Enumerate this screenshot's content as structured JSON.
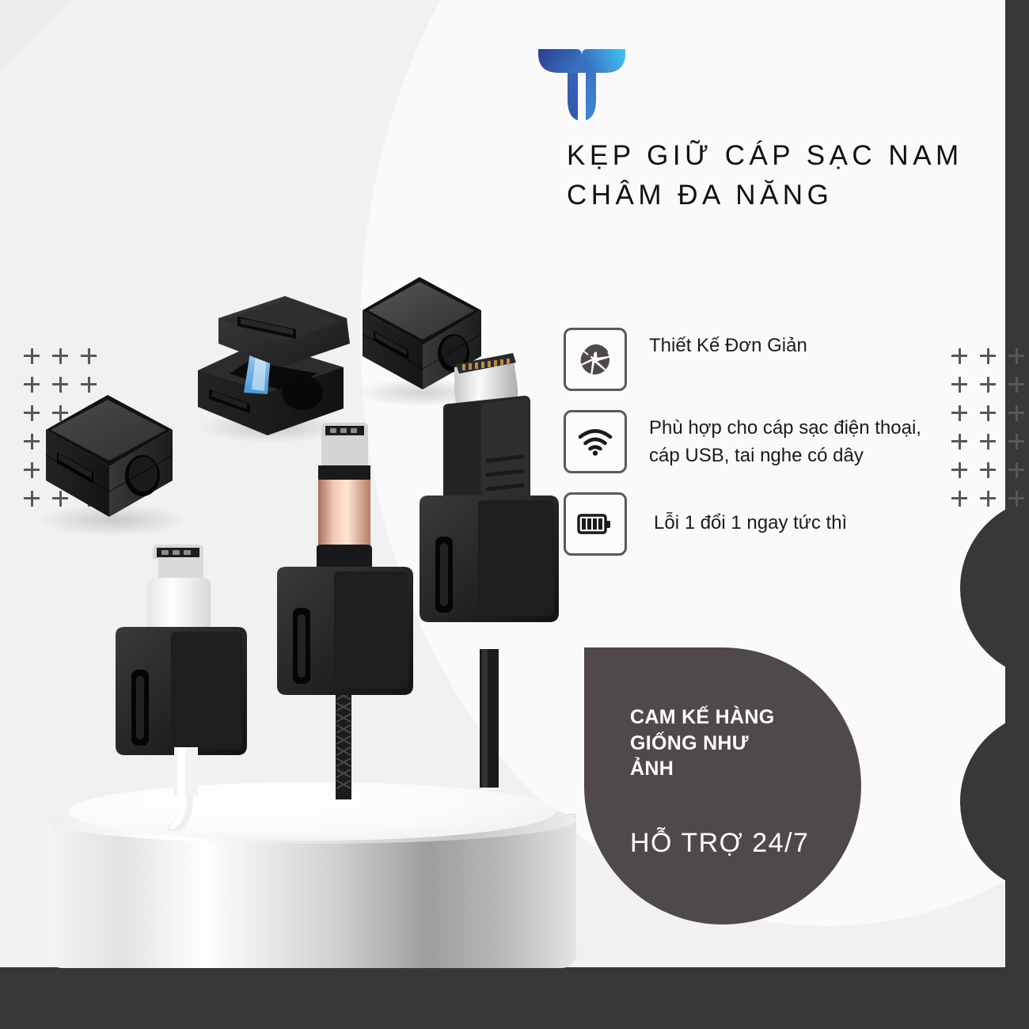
{
  "page": {
    "background_color": "#f1f1f1",
    "accent_dark": "#393737",
    "badge_color": "#4f4a49"
  },
  "header": {
    "logo_name": "brand-logo-t-leaf",
    "logo_gradient_from": "#2b3f8c",
    "logo_gradient_to": "#3fc4f0",
    "title_line1": "KẸP GIỮ CÁP SẠC NAM",
    "title_line2": "CHÂM ĐA NĂNG"
  },
  "features": [
    {
      "icon": "aperture-icon",
      "text": "Thiết Kế Đơn Giản"
    },
    {
      "icon": "wifi-icon",
      "text": "Phù hợp cho cáp sạc điện thoại, cáp USB, tai nghe có dây"
    },
    {
      "icon": "battery-icon",
      "text": "Lỗi 1 đổi 1 ngay tức thì"
    }
  ],
  "badge": {
    "main_line1": "CAM KẾ HÀNG",
    "main_line2": "GIỐNG NHƯ",
    "main_line3": "ẢNH",
    "support": "HỖ TRỢ 24/7"
  },
  "decor": {
    "plus_symbol": "+",
    "plus_columns": 3,
    "plus_rows": 6
  },
  "products": [
    {
      "name": "magnetic-cable-clip-closed-left",
      "finish": "matte-black"
    },
    {
      "name": "magnetic-cable-clip-open",
      "finish": "matte-black",
      "magnet_glow": "#2f8fe0"
    },
    {
      "name": "magnetic-cable-clip-closed-top",
      "finish": "matte-black"
    },
    {
      "name": "usb-c-cable-white-in-clip",
      "cable_color": "#ffffff"
    },
    {
      "name": "usb-c-cable-rosegold-in-clip",
      "cable_color": "#d8a088"
    },
    {
      "name": "hdmi-cable-black-in-clip",
      "cable_color": "#2a2a2a"
    }
  ],
  "podium": {
    "name": "product-podium-cylinder",
    "color": "#e8e8e8"
  }
}
